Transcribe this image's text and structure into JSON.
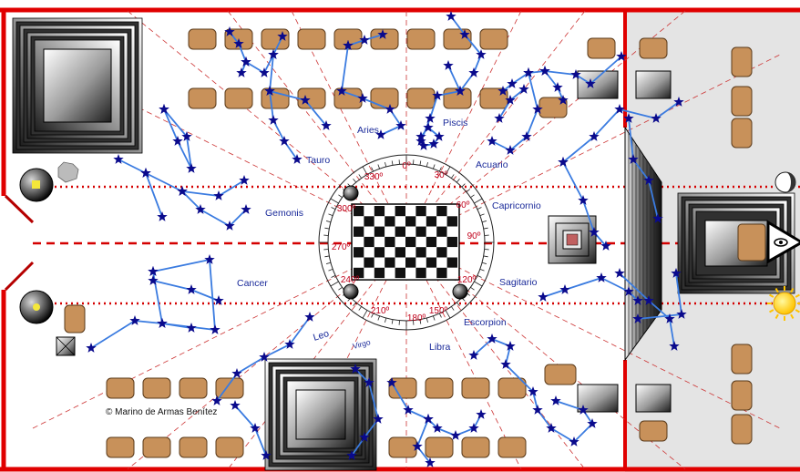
{
  "credit": "© Marino de Armas Benítez",
  "signs": [
    {
      "key": "aries",
      "label": "Aries"
    },
    {
      "key": "piscis",
      "label": "Piscis"
    },
    {
      "key": "tauro",
      "label": "Tauro"
    },
    {
      "key": "acuario",
      "label": "Acuario"
    },
    {
      "key": "gemonis",
      "label": "Gemonis"
    },
    {
      "key": "capricornio",
      "label": "Capricornio"
    },
    {
      "key": "cancer",
      "label": "Cancer"
    },
    {
      "key": "sagitario",
      "label": "Sagitario"
    },
    {
      "key": "leo",
      "label": "Leo"
    },
    {
      "key": "virgo",
      "label": "Virgo"
    },
    {
      "key": "libra",
      "label": "Libra"
    },
    {
      "key": "escorpion",
      "label": "Escorpion"
    }
  ],
  "degrees": [
    "0º",
    "30º",
    "60º",
    "90º",
    "120º",
    "150º",
    "180º",
    "210º",
    "240º",
    "270º",
    "300º",
    "330º"
  ],
  "colors": {
    "wall": "#e00000",
    "axis": "#d40000",
    "radial": "#cc3333",
    "constellation": "#3a7be0",
    "star": "#0a0a8c",
    "seat": "#c8915a",
    "sign_text": "#1a2a9a",
    "degree_text": "#c0001a"
  },
  "icons": [
    "sun-icon",
    "moon-icon",
    "eye-in-triangle-icon",
    "lamp-icon",
    "chessboard-icon"
  ]
}
